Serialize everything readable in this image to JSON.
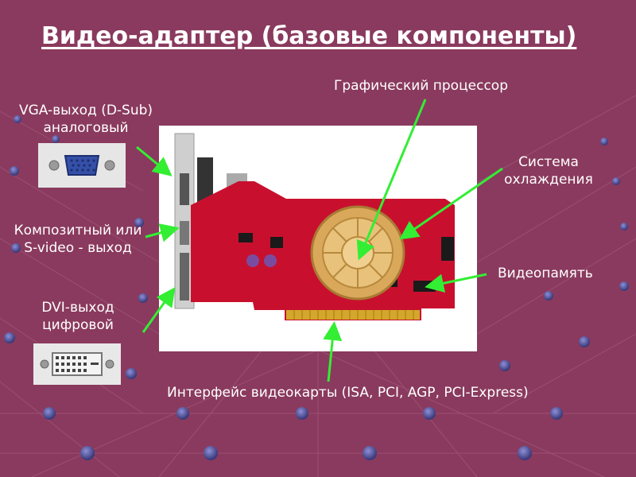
{
  "title": "Видео-адаптер (базовые компоненты)",
  "labels": {
    "gpu": "Графический процессор",
    "vga_line1": "VGA-выход (D-Sub)",
    "vga_line2": "аналоговый",
    "cooling_line1": "Система",
    "cooling_line2": "охлаждения",
    "composite_line1": "Композитный или",
    "composite_line2": "S-video - выход",
    "memory": "Видеопамять",
    "dvi_line1": "DVI-выход",
    "dvi_line2": "цифровой",
    "interface": "Интерфейс видеокарты (ISA, PCI, AGP, PCI-Express)"
  },
  "colors": {
    "background": "#8a3a5e",
    "arrow": "#33ee33",
    "text": "#ffffff",
    "pcb": "#c8102e",
    "cooler": "#d9a85a"
  }
}
